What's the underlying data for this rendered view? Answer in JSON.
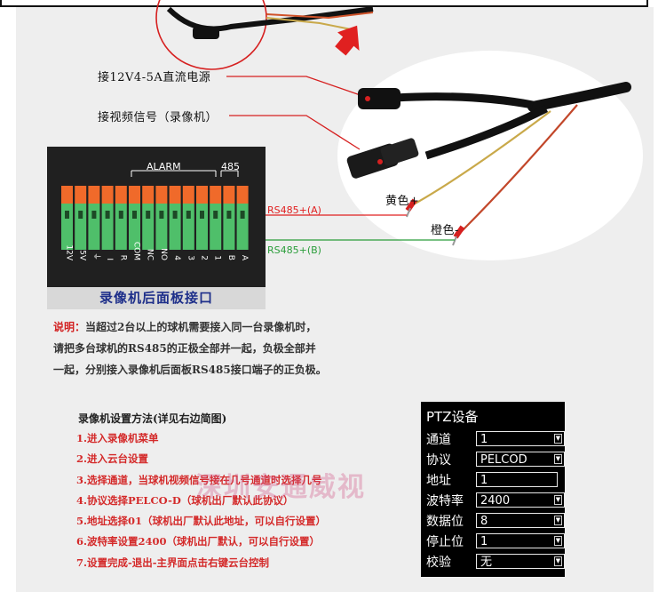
{
  "diagram": {
    "power_label": "接12V4-5A直流电源",
    "video_label": "接视频信号（录像机）",
    "yellow_wire_label": "黄色+",
    "orange_wire_label": "橙色-",
    "rs485_a_label": "RS485+(A)",
    "rs485_b_label": "RS485+(B)"
  },
  "panel": {
    "alarm_label": "ALARM",
    "port_label": "485",
    "terminal_labels": [
      "12V",
      "5V",
      "⏚",
      "I",
      "R",
      "COM",
      "NC",
      "NO",
      "4",
      "3",
      "2",
      "1",
      "B",
      "A"
    ],
    "caption": "录像机后面板接口"
  },
  "note": {
    "lead": "说明：",
    "line1": "当超过2台以上的球机需要接入同一台录像机时，",
    "line2": "请把多台球机的RS485的正极全部并一起，负极全部并",
    "line3": "一起，分别接入录像机后面板RS485接口端子的正负极。"
  },
  "setup": {
    "title": "录像机设置方法(详见右边简图)",
    "steps": [
      "1.进入录像机菜单",
      "2.进入云台设置",
      "3.选择通道，当球机视频信号接在几号通道时选择几号",
      "4.协议选择PELCO-D（球机出厂默认此协议）",
      "5.地址选择01（球机出厂默认此地址，可以自行设置）",
      "6.波特率设置2400（球机出厂默认，可以自行设置）",
      "7.设置完成-退出-主界面点击右键云台控制"
    ]
  },
  "watermark": "深圳安通威视",
  "ptz": {
    "title": "PTZ设备",
    "rows": [
      {
        "label": "通道",
        "value": "1",
        "dropdown": true
      },
      {
        "label": "协议",
        "value": "PELCOD",
        "dropdown": true
      },
      {
        "label": "地址",
        "value": "1",
        "dropdown": false
      },
      {
        "label": "波特率",
        "value": "2400",
        "dropdown": true
      },
      {
        "label": "数据位",
        "value": "8",
        "dropdown": true
      },
      {
        "label": "停止位",
        "value": "1",
        "dropdown": true
      },
      {
        "label": "校验",
        "value": "无",
        "dropdown": true
      }
    ]
  },
  "colors": {
    "rs485_a": "#e02020",
    "rs485_b": "#2a9d3a",
    "step_text": "#d42a2a",
    "caption_text": "#1e2f8a",
    "connector_orange": "#f06a2a",
    "connector_green": "#4fbf6a"
  }
}
